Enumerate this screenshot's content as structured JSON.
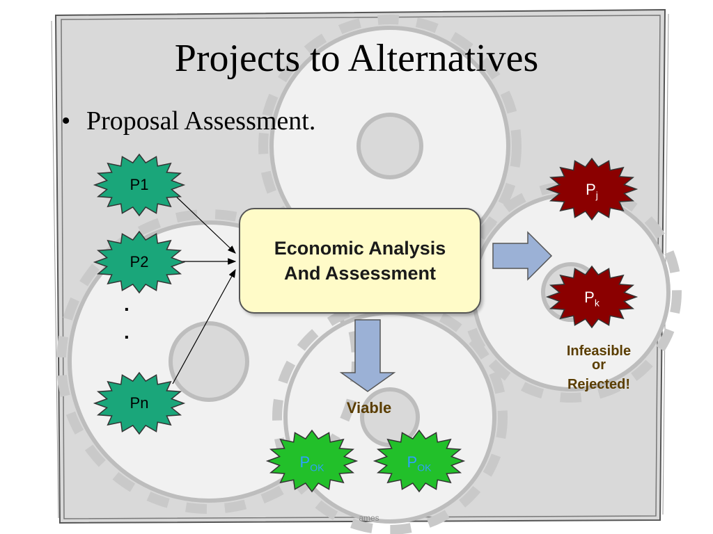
{
  "slide": {
    "title": "Projects to Alternatives",
    "bullet": "Proposal Assessment."
  },
  "proposals": [
    {
      "label": "P1"
    },
    {
      "label": "P2"
    },
    {
      "label": "Pn"
    }
  ],
  "ellipsis": ".\n.",
  "center_box": {
    "line1": "Economic Analysis",
    "line2": "And Assessment"
  },
  "rejected": {
    "items": [
      {
        "base": "P",
        "sub": "j"
      },
      {
        "base": "P",
        "sub": "k"
      }
    ],
    "caption_line1": "Infeasible",
    "caption_line2": "or",
    "caption_line3": "Rejected!"
  },
  "viable": {
    "caption": "Viable",
    "items": [
      {
        "base": "P",
        "sub": "OK"
      },
      {
        "base": "P",
        "sub": "OK"
      }
    ]
  },
  "footer_text": "ames",
  "colors": {
    "proposal_star": "#1aa67a",
    "rejected_star": "#8b0000",
    "viable_star": "#22c02a",
    "viable_label": "#2fa0ff",
    "arrow_fill": "#9bb1d6",
    "box_fill": "#fffbc8",
    "caption": "#5a3d00"
  }
}
